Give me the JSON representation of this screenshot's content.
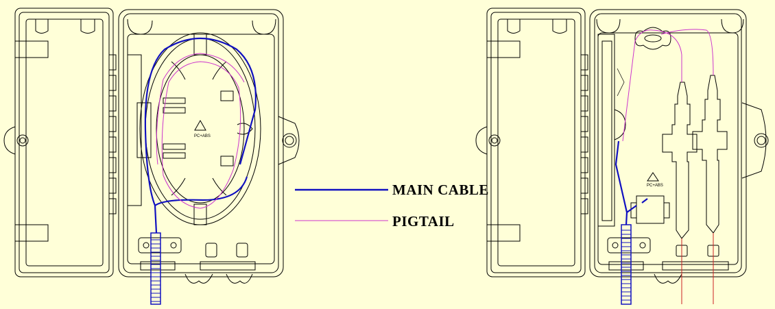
{
  "legend": {
    "items": [
      {
        "label": "MAIN CABLE",
        "color": "#1010c0",
        "style": "thick"
      },
      {
        "label": "PIGTAIL",
        "color": "#cc33cc",
        "style": "thin"
      }
    ]
  },
  "marks": {
    "recycle_label": "PC+ABS"
  },
  "colors": {
    "background": "#ffffd8",
    "main_cable": "#1010c0",
    "pigtail": "#cc33cc",
    "drop_fiber": "#cc2222",
    "outline": "#000000"
  }
}
